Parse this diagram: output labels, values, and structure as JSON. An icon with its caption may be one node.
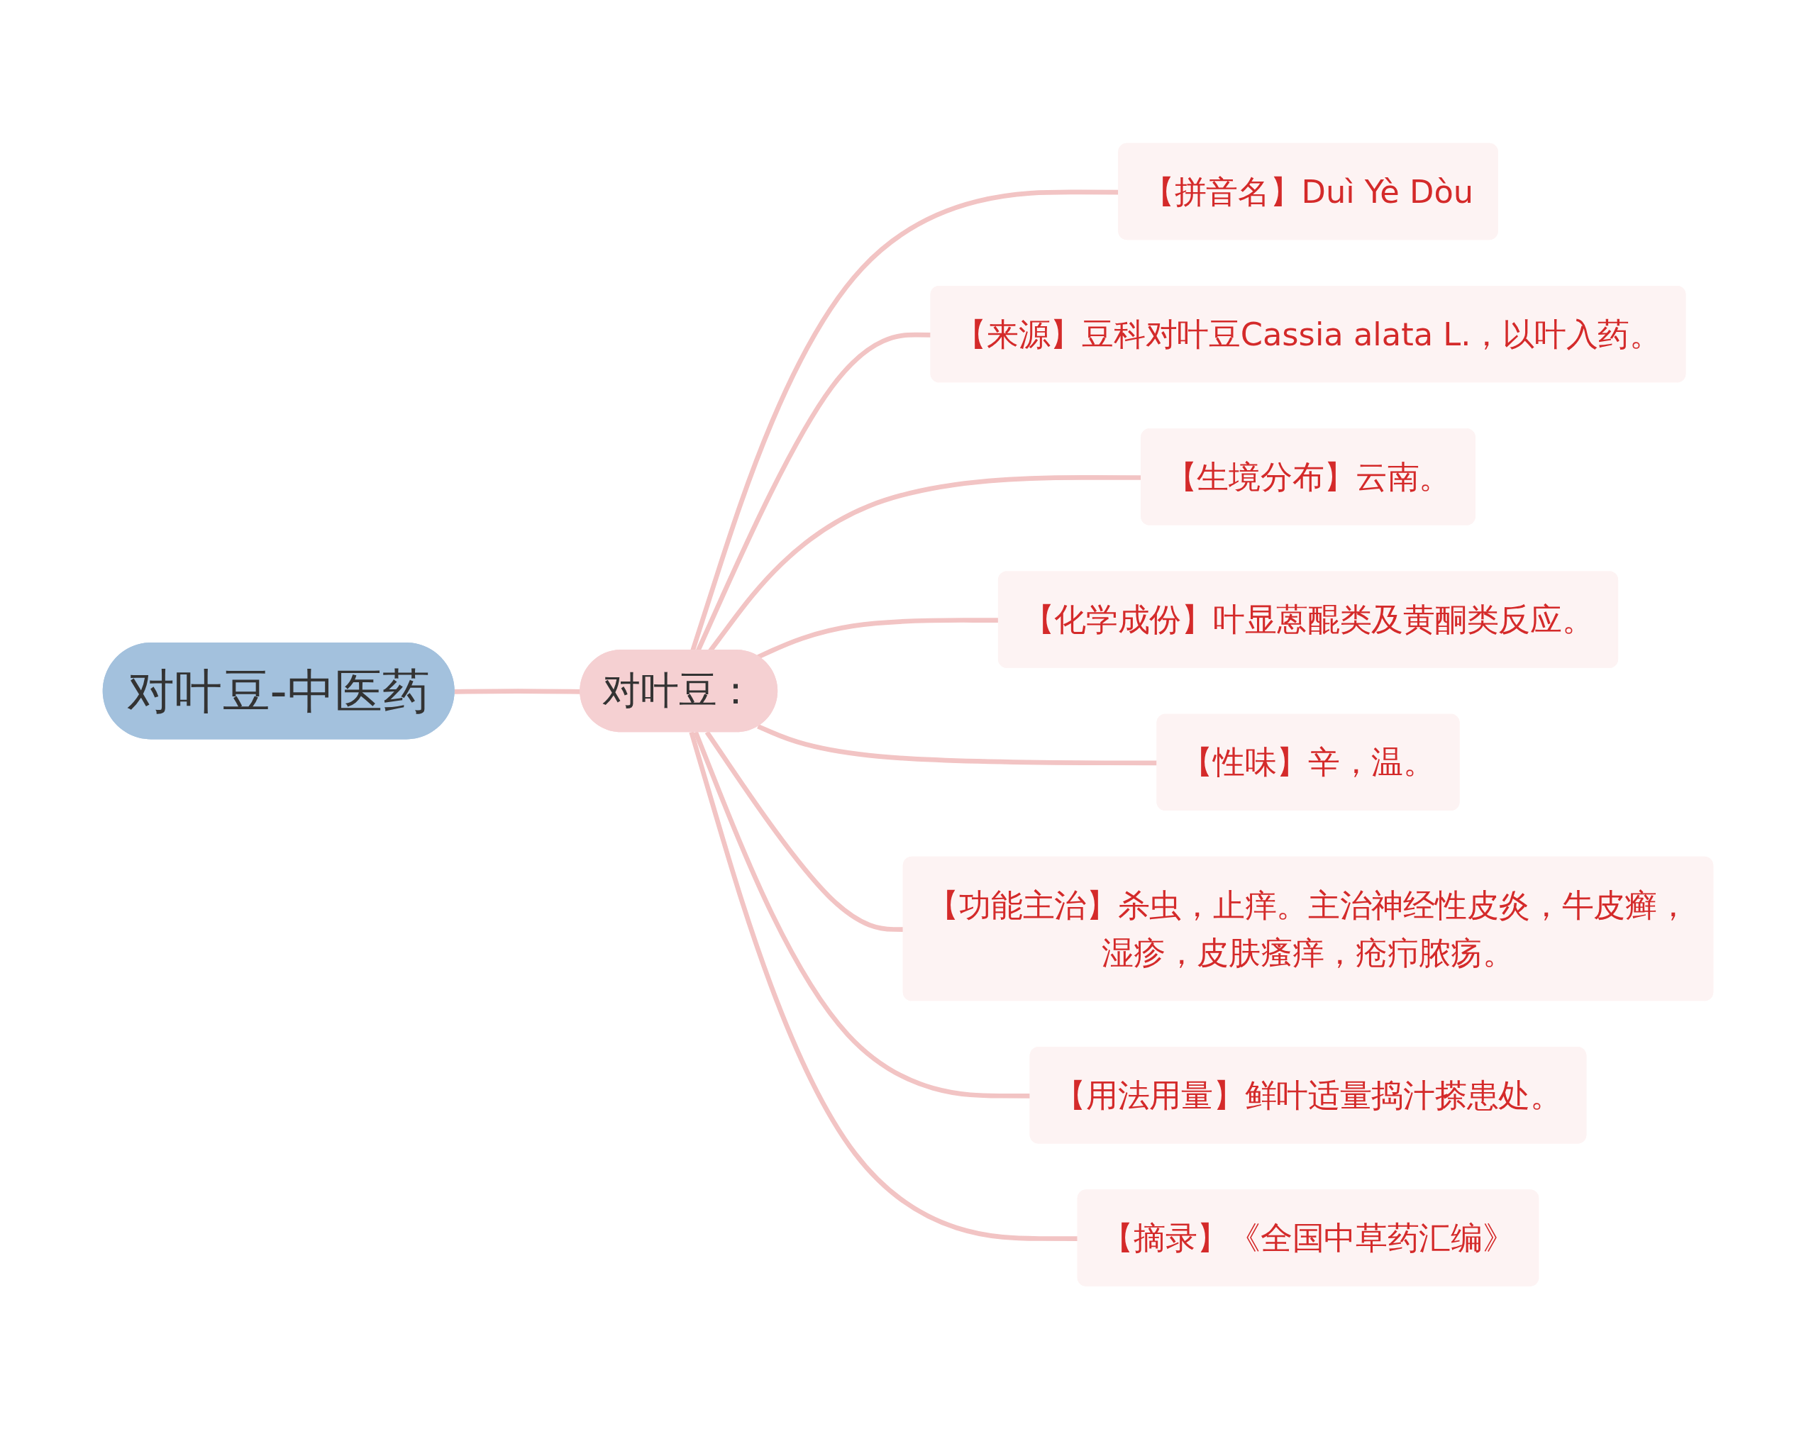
{
  "diagram": {
    "nodes": [
      {
        "text": [
          "对叶豆-中医药"
        ]
      },
      {
        "text": [
          "对叶豆："
        ]
      },
      {
        "text": [
          "【拼音名】Duì Yè Dòu"
        ]
      },
      {
        "text": [
          "【来源】豆科对叶豆Cassia alata L.，以叶入药。"
        ]
      },
      {
        "text": [
          "【生境分布】云南。"
        ]
      },
      {
        "text": [
          "【化学成份】叶显蒽醌类及黄酮类反应。"
        ]
      },
      {
        "text": [
          "【性味】辛，温。"
        ]
      },
      {
        "text": [
          "【功能主治】杀虫，止痒。主治神经性皮炎，牛皮癣，湿疹，皮肤瘙痒，疮疖脓疡。"
        ]
      },
      {
        "text": [
          "【用法用量】鲜叶适量捣汁搽患处。"
        ]
      },
      {
        "text": [
          "【摘录】《全国中草药汇编》"
        ]
      }
    ],
    "edges": [
      {
        "from": 0,
        "to": 1,
        "arrow": "none"
      },
      {
        "from": 1,
        "to": 2,
        "arrow": "none"
      },
      {
        "from": 1,
        "to": 3,
        "arrow": "none"
      },
      {
        "from": 1,
        "to": 4,
        "arrow": "none"
      },
      {
        "from": 1,
        "to": 5,
        "arrow": "none"
      },
      {
        "from": 1,
        "to": 6,
        "arrow": "none"
      },
      {
        "from": 1,
        "to": 7,
        "arrow": "none"
      },
      {
        "from": 1,
        "to": 8,
        "arrow": "none"
      },
      {
        "from": 1,
        "to": 9,
        "arrow": "none"
      }
    ]
  }
}
